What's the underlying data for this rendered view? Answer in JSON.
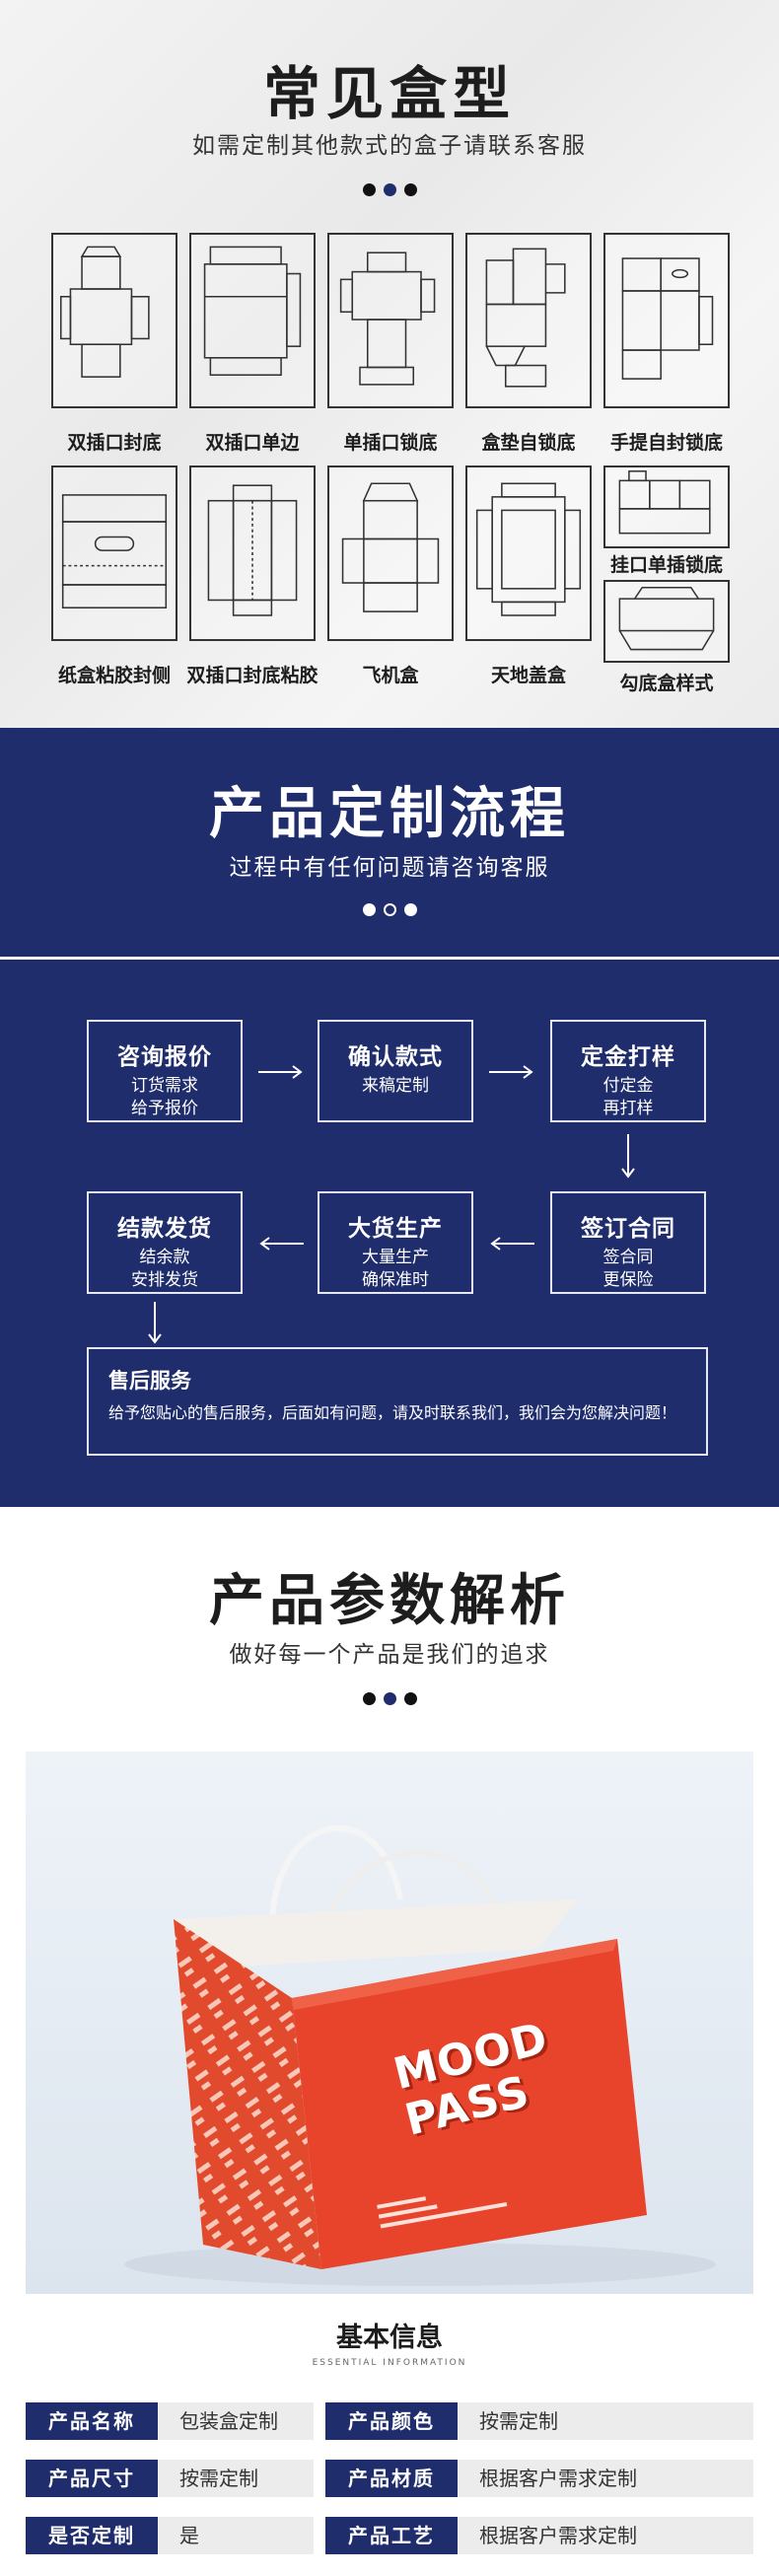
{
  "box_section": {
    "title": "常见盒型",
    "subtitle": "如需定制其他款式的盒子请联系客服",
    "boxes": [
      {
        "label": "双插口封底"
      },
      {
        "label": "双插口单边"
      },
      {
        "label": "单插口锁底"
      },
      {
        "label": "盒垫自锁底"
      },
      {
        "label": "手提自封锁底"
      },
      {
        "label": "纸盒粘胶封侧"
      },
      {
        "label": "双插口封底粘胶"
      },
      {
        "label": "飞机盒"
      },
      {
        "label": "天地盖盒"
      },
      {
        "label": "挂口单插锁底"
      },
      {
        "label": "勾底盒样式"
      }
    ]
  },
  "process_section": {
    "title": "产品定制流程",
    "subtitle": "过程中有任何问题请咨询客服",
    "steps": [
      {
        "title": "咨询报价",
        "line1": "订货需求",
        "line2": "给予报价"
      },
      {
        "title": "确认款式",
        "line1": "来稿定制",
        "line2": ""
      },
      {
        "title": "定金打样",
        "line1": "付定金",
        "line2": "再打样"
      },
      {
        "title": "签订合同",
        "line1": "签合同",
        "line2": "更保险"
      },
      {
        "title": "大货生产",
        "line1": "大量生产",
        "line2": "确保准时"
      },
      {
        "title": "结款发货",
        "line1": "结余款",
        "line2": "安排发货"
      }
    ],
    "after_sales": {
      "title": "售后服务",
      "text": "给予您贴心的售后服务，后面如有问题，请及时联系我们，我们会为您解决问题！"
    }
  },
  "params_section": {
    "title": "产品参数解析",
    "subtitle": "做好每一个产品是我们的追求",
    "bag_logo_line1": "MOOD",
    "bag_logo_line2": "PASS",
    "info_title": "基本信息",
    "info_subtitle": "ESSENTIAL INFORMATION",
    "rows": [
      {
        "label1": "产品名称",
        "value1": "包装盒定制",
        "label2": "产品颜色",
        "value2": "按需定制"
      },
      {
        "label1": "产品尺寸",
        "value1": "按需定制",
        "label2": "产品材质",
        "value2": "根据客户需求定制"
      },
      {
        "label1": "是否定制",
        "value1": "是",
        "label2": "产品工艺",
        "value2": "根据客户需求定制"
      }
    ]
  },
  "colors": {
    "navy": "#1f2d6d",
    "bag_red": "#e8442c",
    "label_bg": "#ececec"
  }
}
